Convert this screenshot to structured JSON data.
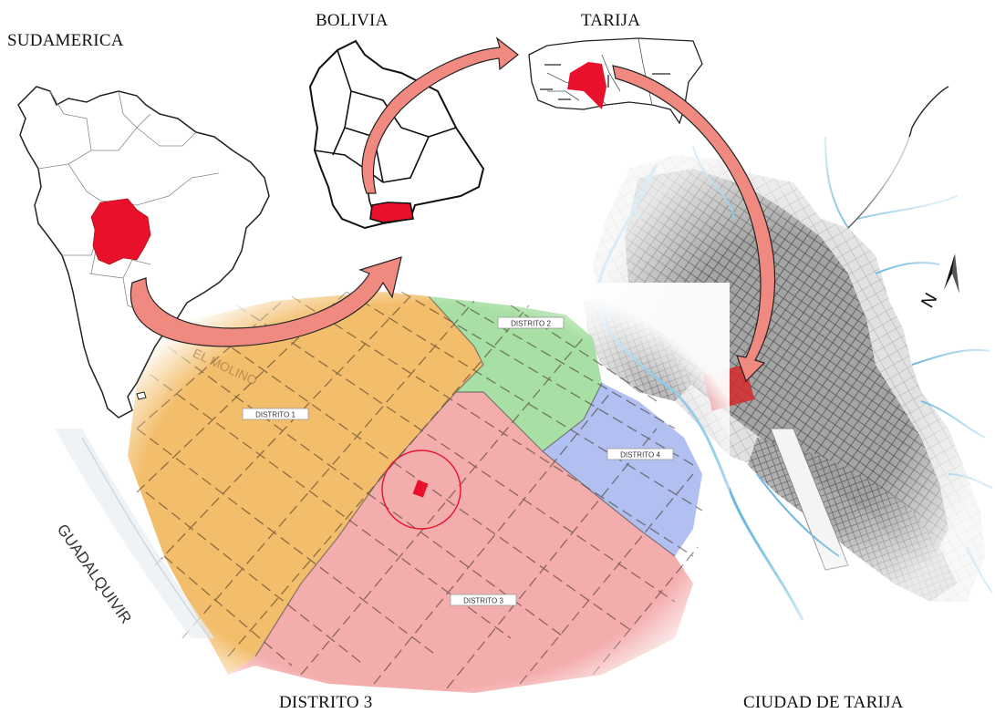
{
  "captions": {
    "sudamerica": "SUDAMERICA",
    "bolivia": "BOLIVIA",
    "tarija": "TARIJA",
    "distrito3_caption": "DISTRITO 3",
    "ciudad": "CIUDAD DE TARIJA"
  },
  "districts": {
    "d1": "DISTRITO 1",
    "d2": "DISTRITO 2",
    "d3": "DISTRITO 3",
    "d4": "DISTRITO 4"
  },
  "map_text": {
    "el_molino": "EL MOLINO",
    "river": "GUADALQUIVIR",
    "north": "N"
  },
  "colors": {
    "highlight": "#e8102a",
    "d1": "#f2b75c",
    "d2": "#9fdc9a",
    "d3": "#f3a4a4",
    "d4": "#a9b9ee",
    "arrow": "#f08a80",
    "river": "#6cb8e0"
  },
  "icons": [
    "north-arrow-icon",
    "curved-arrow-icon"
  ]
}
